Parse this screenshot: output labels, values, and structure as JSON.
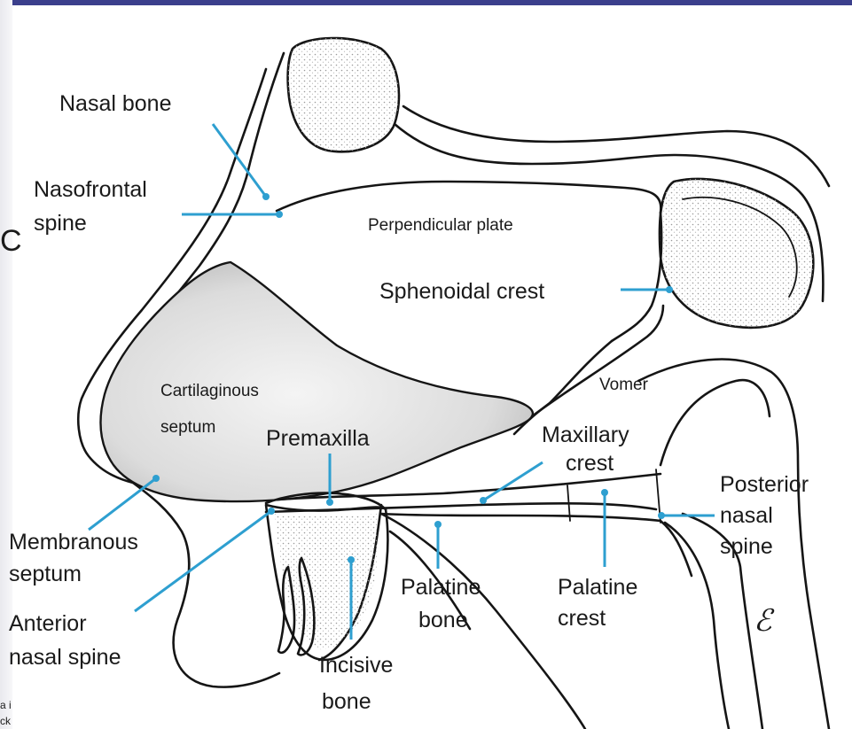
{
  "labels": {
    "nasal_bone": "Nasal bone",
    "nasofrontal_spine_1": "Nasofrontal",
    "nasofrontal_spine_2": "spine",
    "perpendicular_plate": "Perpendicular plate",
    "sphenoidal_crest": "Sphenoidal crest",
    "cartilaginous_septum_1": "Cartilaginous",
    "cartilaginous_septum_2": "septum",
    "vomer": "Vomer",
    "premaxilla": "Premaxilla",
    "maxillary_crest_1": "Maxillary",
    "maxillary_crest_2": "crest",
    "posterior_nasal_spine_1": "Posterior",
    "posterior_nasal_spine_2": "nasal",
    "posterior_nasal_spine_3": "spine",
    "membranous_septum_1": "Membranous",
    "membranous_septum_2": "septum",
    "anterior_nasal_spine_1": "Anterior",
    "anterior_nasal_spine_2": "nasal spine",
    "palatine_bone_1": "Palatine",
    "palatine_bone_2": "bone",
    "palatine_crest_1": "Palatine",
    "palatine_crest_2": "crest",
    "incisive_bone_1": "Incisive",
    "incisive_bone_2": "bone"
  },
  "fragments": {
    "left_edge_letter": "C",
    "bottom_left_1": "a i",
    "bottom_left_2": "ck"
  },
  "signature": "ℰ",
  "colors": {
    "leader_line": "#2e9fd0",
    "outline": "#151515",
    "top_strip": "#3b3f8c"
  }
}
